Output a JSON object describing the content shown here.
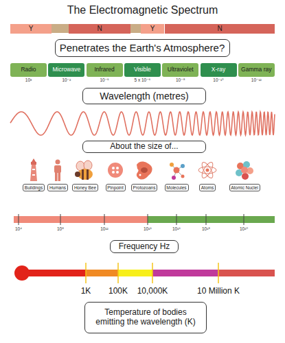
{
  "diagram": {
    "title": "The Electromagnetic Spectrum",
    "nodes": [
      {
        "text": [
          "Y"
        ]
      },
      {
        "text": [
          "N"
        ]
      },
      {
        "text": [
          "Y"
        ]
      },
      {
        "text": [
          "N"
        ]
      },
      {
        "text": [
          "Penetrates the Earth's Atmosphere?"
        ]
      },
      {
        "text": [
          "Radio"
        ]
      },
      {
        "text": [
          "Microwave"
        ]
      },
      {
        "text": [
          "Infrared"
        ]
      },
      {
        "text": [
          "Visible"
        ]
      },
      {
        "text": [
          "Ultraviolet"
        ]
      },
      {
        "text": [
          "X-ray"
        ]
      },
      {
        "text": [
          "Gamma ray"
        ]
      },
      {
        "text": [
          "Wavelength (metres)"
        ]
      },
      {
        "text": [
          "About the size of..."
        ]
      },
      {
        "text": [
          "Buildings"
        ]
      },
      {
        "text": [
          "Humans"
        ]
      },
      {
        "text": [
          "Honey Bee"
        ]
      },
      {
        "text": [
          "Pinpoint"
        ]
      },
      {
        "text": [
          "Protozoans"
        ]
      },
      {
        "text": [
          "Molecules"
        ]
      },
      {
        "text": [
          "Atoms"
        ]
      },
      {
        "text": [
          "Atomic Nuclei"
        ]
      },
      {
        "text": [
          "Frequency Hz"
        ]
      },
      {
        "text": [
          "Temperature of bodies emitting the wavelength (K)"
        ]
      }
    ],
    "labels": [
      "10³",
      "10⁻²",
      "10⁻⁵",
      "5 x 10⁻⁶",
      "10⁻⁸",
      "10⁻¹⁰",
      "10⁻¹²",
      "10⁴",
      "10⁸",
      "10¹²",
      "10¹⁵",
      "10¹⁶",
      "10¹⁸",
      "10²⁰",
      "1K",
      "100K",
      "10,000K",
      "10 Million K"
    ]
  }
}
